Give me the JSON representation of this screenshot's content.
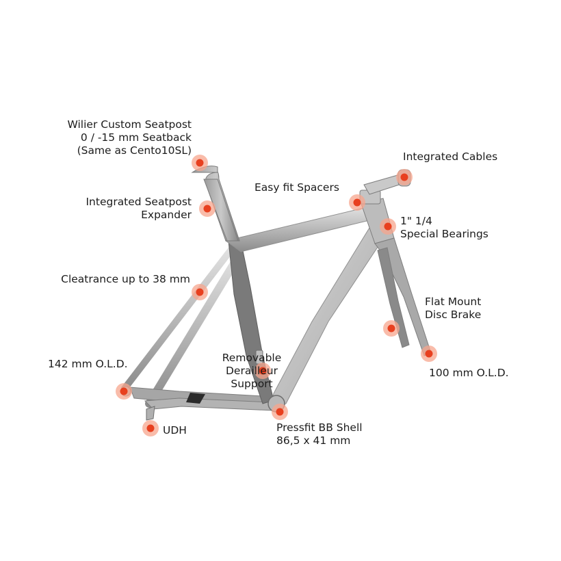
{
  "colors": {
    "background": "#ffffff",
    "frame_light": "#d4d4d4",
    "frame_mid": "#a9a9a9",
    "frame_dark": "#6e6e6e",
    "frame_decal": "#2b2b2b",
    "marker_core": "#e8401f",
    "marker_halo": "#f7a58e",
    "text": "#1c1c1c"
  },
  "markers_icon": "hotspot-dot-icon",
  "callouts": [
    {
      "id": "seatpost",
      "lines": [
        "Wilier Custom Seatpost",
        "0 / -15 mm Seatback",
        "(Same as Cento10SL)"
      ]
    },
    {
      "id": "seatpost-expander",
      "lines": [
        "Integrated Seatpost",
        "Expander"
      ]
    },
    {
      "id": "clearance",
      "lines": [
        "Cleatrance up to 38 mm"
      ]
    },
    {
      "id": "rear-old",
      "lines": [
        "142 mm O.L.D."
      ]
    },
    {
      "id": "udh",
      "lines": [
        "UDH"
      ]
    },
    {
      "id": "derailleur-support",
      "lines": [
        "Removable",
        "Derailleur",
        "Support"
      ]
    },
    {
      "id": "bb-shell",
      "lines": [
        "Pressfit BB Shell",
        "86,5 x 41 mm"
      ]
    },
    {
      "id": "spacers",
      "lines": [
        "Easy fit Spacers"
      ]
    },
    {
      "id": "cables",
      "lines": [
        "Integrated Cables"
      ]
    },
    {
      "id": "bearings",
      "lines": [
        "1\" 1/4",
        "Special Bearings"
      ]
    },
    {
      "id": "disc-brake",
      "lines": [
        "Flat Mount",
        "Disc Brake"
      ]
    },
    {
      "id": "front-old",
      "lines": [
        "100 mm O.L.D."
      ]
    }
  ]
}
